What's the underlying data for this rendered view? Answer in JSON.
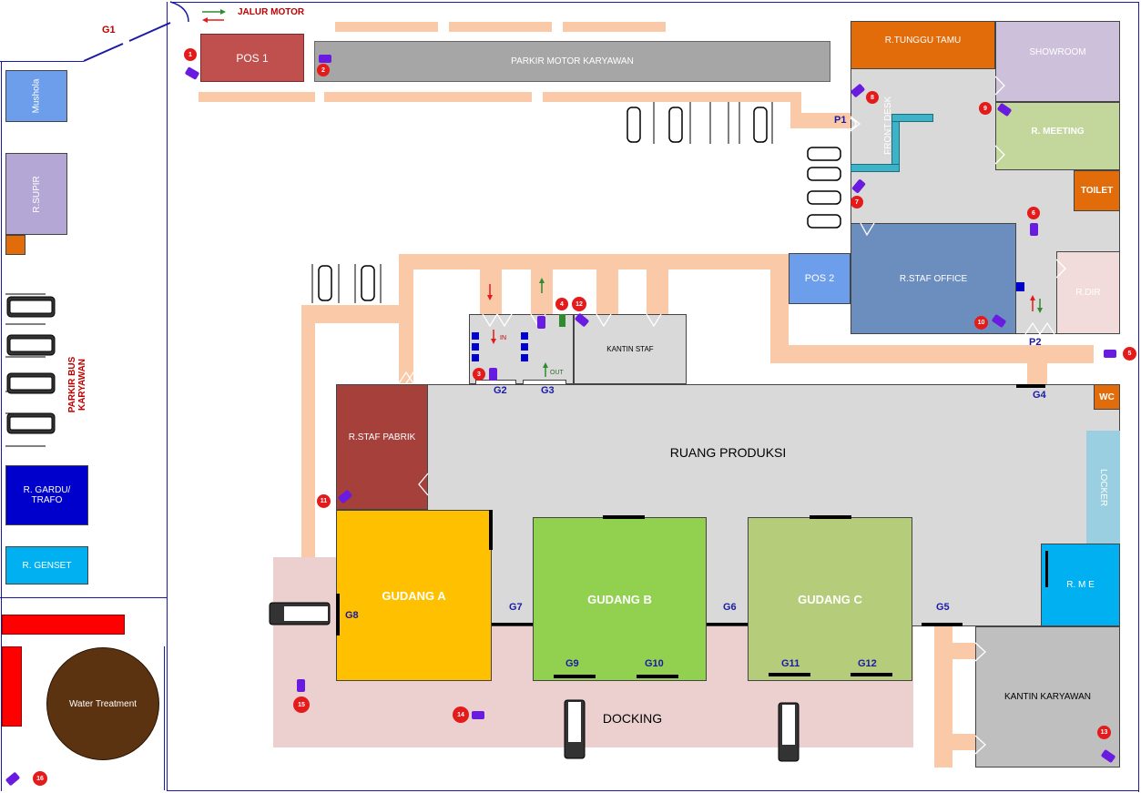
{
  "rooms": {
    "pos1": "POS 1",
    "parkir_motor_karyawan": "PARKIR MOTOR KARYAWAN",
    "jalur_motor": "JALUR MOTOR",
    "r_tunggu_tamu": "R.TUNGGU TAMU",
    "showroom": "SHOWROOM",
    "r_meeting": "R. MEETING",
    "toilet": "TOILET",
    "front_desk": "FRONT DESK",
    "pos2": "POS 2",
    "r_staf_office": "R.STAF OFFICE",
    "r_dir": "R.DIR",
    "mushola": "Mushola",
    "r_supir": "R.SUPIR",
    "parkir_bus_karyawan": "PARKIR BUS KARYAWAN",
    "r_gardu_trafo": "R. GARDU/ TRAFO",
    "r_genset": "R. GENSET",
    "water_treatment": "Water Treatment",
    "kantin_staf": "KANTIN STAF",
    "r_staf_pabrik": "R.STAF PABRIK",
    "ruang_produksi": "RUANG PRODUKSI",
    "wc": "WC",
    "locker": "LOCKER",
    "rme": "R. M E",
    "gudang_a": "GUDANG A",
    "gudang_b": "GUDANG B",
    "gudang_c": "GUDANG C",
    "docking": "DOCKING",
    "kantin_karyawan": "KANTIN KARYAWAN",
    "in": "IN",
    "out": "OUT"
  },
  "gates": {
    "g1": "G1",
    "g2": "G2",
    "g3": "G3",
    "g4": "G4",
    "g5": "G5",
    "g6": "G6",
    "g7": "G7",
    "g8": "G8",
    "g9": "G9",
    "g10": "G10",
    "g11": "G11",
    "g12": "G12",
    "p1": "P1",
    "p2": "P2"
  },
  "cameras": [
    "1",
    "2",
    "3",
    "4",
    "5",
    "6",
    "7",
    "8",
    "9",
    "10",
    "11",
    "12",
    "13",
    "14",
    "15",
    "16"
  ],
  "colors": {
    "path": "#f9c9a8",
    "pos1": "#c0504d",
    "parkir_motor": "#a6a6a6",
    "r_tunggu_tamu": "#e36c0a",
    "showroom": "#ccc0da",
    "r_meeting": "#c3d69b",
    "toilet": "#e36c0a",
    "pos2": "#6d9eeb",
    "r_staf_office": "#6c8ebf",
    "r_dir": "#f2dcdb",
    "mushola": "#6d9eeb",
    "r_supir": "#b4a7d6",
    "r_gardu_trafo": "#0000cc",
    "r_genset": "#00b0f0",
    "water_treatment": "#5c3310",
    "r_staf_pabrik": "#a5403a",
    "ruang_produksi": "#d9d9d9",
    "gudang_a": "#ffc000",
    "gudang_b": "#92d050",
    "gudang_c": "#b5cc7a",
    "docking": "#ecd0cf",
    "kantin_karyawan": "#bfbfbf",
    "rme": "#00b0f0",
    "locker": "#99cfe0",
    "wc": "#e36c0a",
    "camera_marker": "#e31b1b",
    "camera_icon": "#6a1be0"
  }
}
